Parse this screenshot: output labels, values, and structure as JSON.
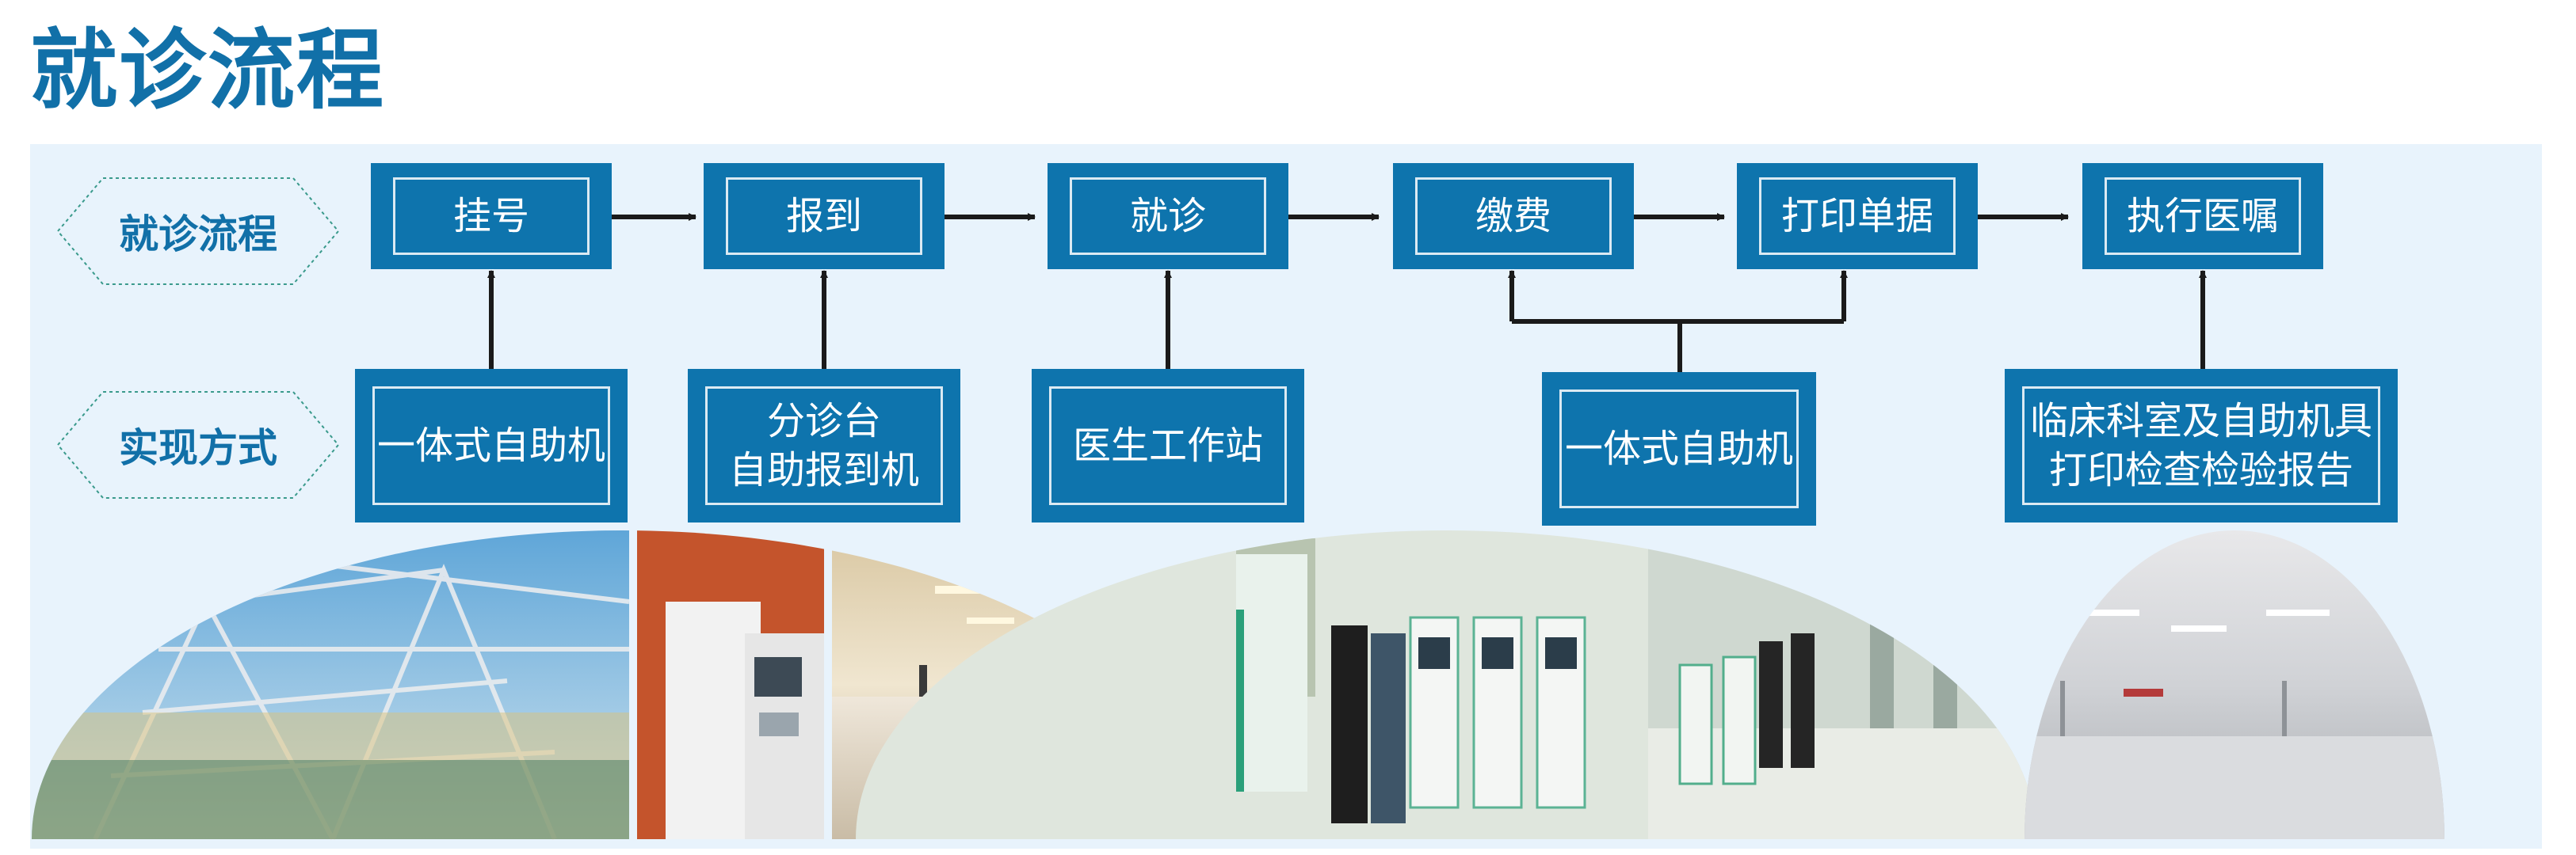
{
  "title": "就诊流程",
  "row_labels": {
    "process": "就诊流程",
    "method": "实现方式"
  },
  "steps": [
    {
      "label": "挂号"
    },
    {
      "label": "报到"
    },
    {
      "label": "就诊"
    },
    {
      "label": "缴费"
    },
    {
      "label": "打印单据"
    },
    {
      "label": "执行医嘱"
    }
  ],
  "methods": [
    {
      "label": "一体式自助机",
      "links_to": [
        "挂号"
      ]
    },
    {
      "label": "分诊台\n自助报到机",
      "links_to": [
        "报到"
      ]
    },
    {
      "label": "医生工作站",
      "links_to": [
        "就诊"
      ]
    },
    {
      "label": "一体式自助机",
      "links_to": [
        "缴费",
        "打印单据"
      ]
    },
    {
      "label": "临床科室及自助机具\n打印检查检验报告",
      "links_to": [
        "执行医嘱"
      ]
    }
  ],
  "colors": {
    "title": "#1170a8",
    "box_fill": "#0e74ad",
    "panel_bg": "#e8f3fc",
    "arrow": "#1a1a1a"
  },
  "photos": [
    {
      "subject": "hospital glass canopy exterior"
    },
    {
      "subject": "self-service kiosk"
    },
    {
      "subject": "hospital lobby corridor"
    },
    {
      "subject": "patients at self-service machines"
    },
    {
      "subject": "self-service kiosks in hall"
    },
    {
      "subject": "empty hospital corridor"
    }
  ]
}
